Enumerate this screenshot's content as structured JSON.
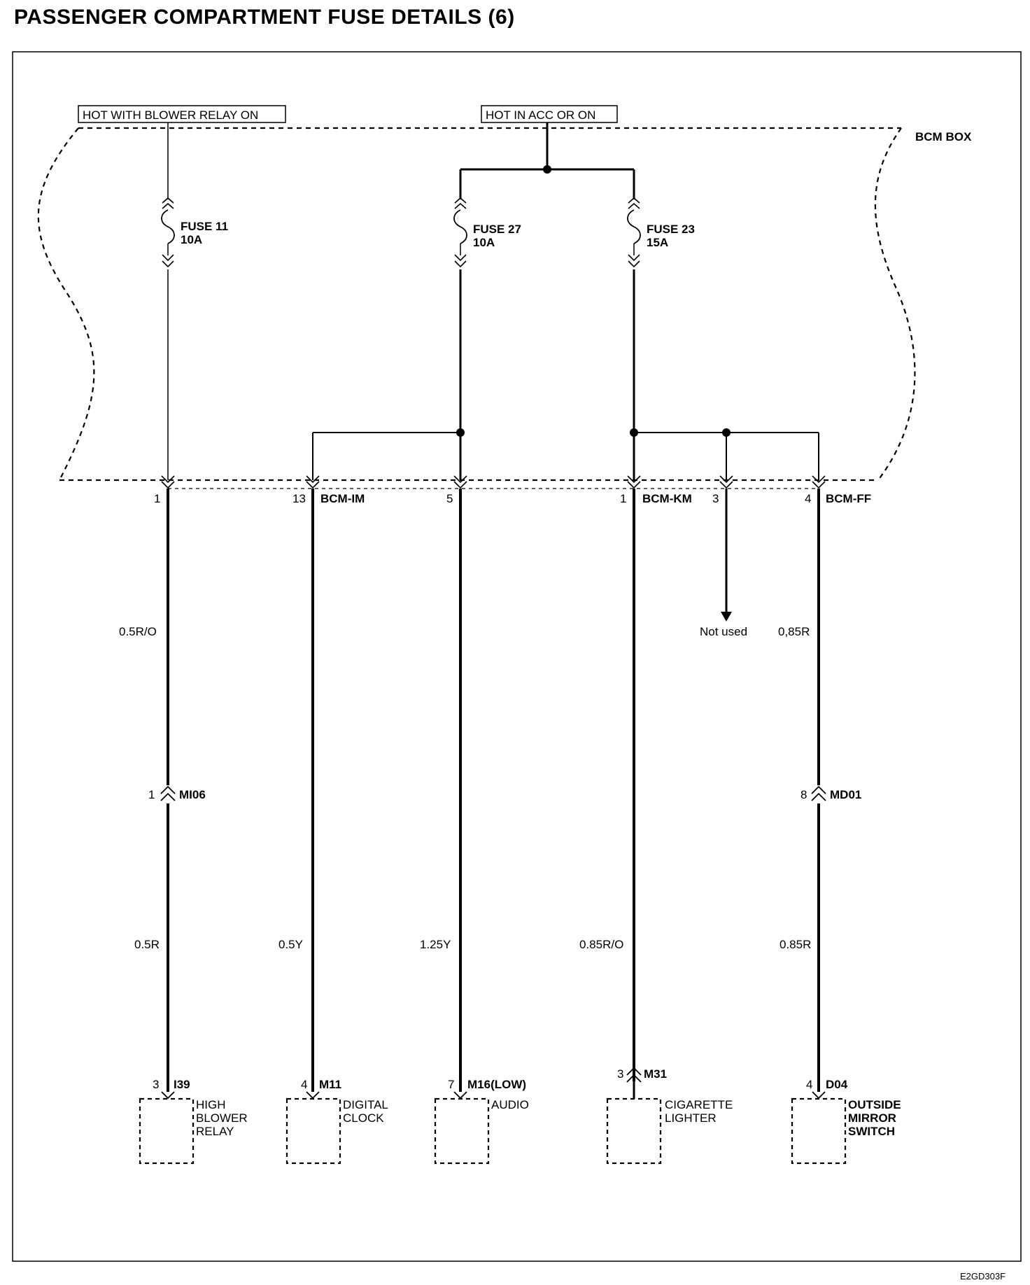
{
  "title": "PASSENGER COMPARTMENT FUSE DETAILS (6)",
  "box_label": "BCM BOX",
  "image_code": "E2GD303F",
  "sources": [
    {
      "label": "HOT WITH BLOWER RELAY ON"
    },
    {
      "label": "HOT IN ACC OR ON"
    }
  ],
  "fuses": [
    {
      "name": "FUSE 11",
      "rating": "10A"
    },
    {
      "name": "FUSE 27",
      "rating": "10A"
    },
    {
      "name": "FUSE 23",
      "rating": "15A"
    }
  ],
  "bcm_pins": [
    {
      "pin": "1"
    },
    {
      "pin": "13",
      "connector": "BCM-IM"
    },
    {
      "pin": "5"
    },
    {
      "pin": "1",
      "connector": "BCM-KM"
    },
    {
      "pin": "3"
    },
    {
      "pin": "4",
      "connector": "BCM-FF"
    }
  ],
  "not_used": "Not used",
  "wires_upper": [
    {
      "spec": "0.5R/O"
    },
    {
      "spec": "0,85R"
    }
  ],
  "inline_connectors": [
    {
      "pin": "1",
      "name": "MI06"
    },
    {
      "pin": "8",
      "name": "MD01"
    }
  ],
  "wires_lower": [
    {
      "spec": "0.5R"
    },
    {
      "spec": "0.5Y"
    },
    {
      "spec": "1.25Y"
    },
    {
      "spec": "0.85R/O"
    },
    {
      "spec": "0.85R"
    }
  ],
  "loads": [
    {
      "pin": "3",
      "connector": "I39",
      "lines": [
        "HIGH",
        "BLOWER",
        "RELAY"
      ]
    },
    {
      "pin": "4",
      "connector": "M11",
      "lines": [
        "DIGITAL",
        "CLOCK"
      ]
    },
    {
      "pin": "7",
      "connector": "M16(LOW)",
      "lines": [
        "AUDIO"
      ]
    },
    {
      "pin": "3",
      "connector": "M31",
      "lines": [
        "CIGARETTE",
        "LIGHTER"
      ]
    },
    {
      "pin": "4",
      "connector": "D04",
      "lines": [
        "OUTSIDE",
        "MIRROR",
        "SWITCH"
      ]
    }
  ]
}
